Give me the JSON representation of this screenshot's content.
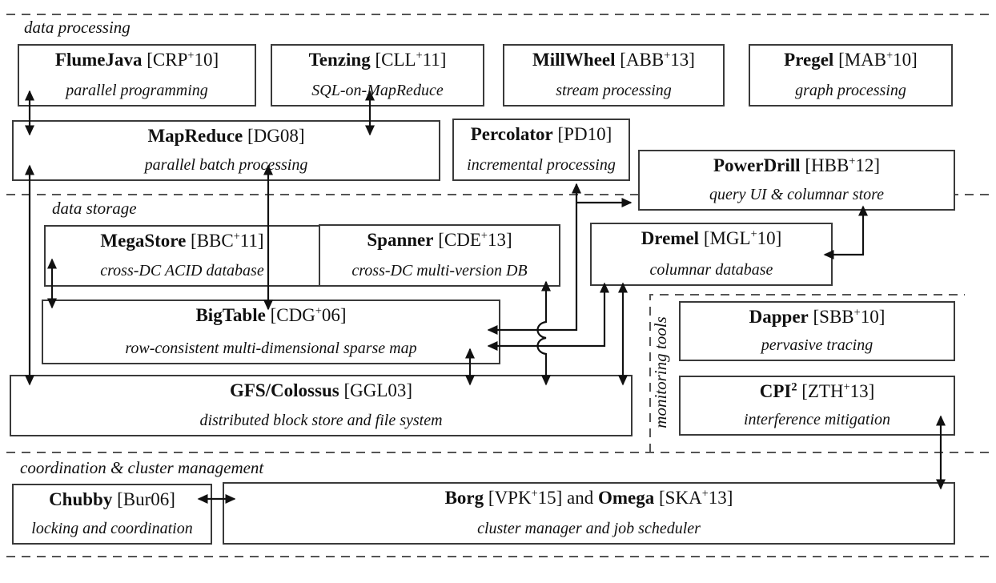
{
  "figure": {
    "section_labels": {
      "data_processing": "data processing",
      "data_storage": "data storage",
      "monitoring_tools": "monitoring tools",
      "coordination": "coordination & cluster management"
    },
    "boxes": [
      {
        "id": "flumejava",
        "title": [
          {
            "t": "FlumeJava",
            "b": true
          },
          {
            "t": " [CRP"
          },
          {
            "t": "+",
            "sup": true
          },
          {
            "t": "10]"
          }
        ],
        "subtitle": "parallel programming"
      },
      {
        "id": "tenzing",
        "title": [
          {
            "t": "Tenzing",
            "b": true
          },
          {
            "t": " [CLL"
          },
          {
            "t": "+",
            "sup": true
          },
          {
            "t": "11]"
          }
        ],
        "subtitle": "SQL-on-MapReduce"
      },
      {
        "id": "millwheel",
        "title": [
          {
            "t": "MillWheel",
            "b": true
          },
          {
            "t": " [ABB"
          },
          {
            "t": "+",
            "sup": true
          },
          {
            "t": "13]"
          }
        ],
        "subtitle": "stream processing"
      },
      {
        "id": "pregel",
        "title": [
          {
            "t": "Pregel",
            "b": true
          },
          {
            "t": " [MAB"
          },
          {
            "t": "+",
            "sup": true
          },
          {
            "t": "10]"
          }
        ],
        "subtitle": "graph processing"
      },
      {
        "id": "mapreduce",
        "title": [
          {
            "t": "MapReduce",
            "b": true
          },
          {
            "t": " [DG08]"
          }
        ],
        "subtitle": "parallel batch processing"
      },
      {
        "id": "percolator",
        "title": [
          {
            "t": "Percolator",
            "b": true
          },
          {
            "t": " [PD10]"
          }
        ],
        "subtitle": "incremental processing"
      },
      {
        "id": "powerdrill",
        "title": [
          {
            "t": "PowerDrill",
            "b": true
          },
          {
            "t": " [HBB"
          },
          {
            "t": "+",
            "sup": true
          },
          {
            "t": "12]"
          }
        ],
        "subtitle": "query UI & columnar store"
      },
      {
        "id": "megastore",
        "title": [
          {
            "t": "MegaStore",
            "b": true
          },
          {
            "t": " [BBC"
          },
          {
            "t": "+",
            "sup": true
          },
          {
            "t": "11]"
          }
        ],
        "subtitle": "cross-DC ACID database"
      },
      {
        "id": "spanner",
        "title": [
          {
            "t": "Spanner",
            "b": true
          },
          {
            "t": " [CDE"
          },
          {
            "t": "+",
            "sup": true
          },
          {
            "t": "13]"
          }
        ],
        "subtitle": "cross-DC multi-version DB"
      },
      {
        "id": "dremel",
        "title": [
          {
            "t": "Dremel",
            "b": true
          },
          {
            "t": " [MGL"
          },
          {
            "t": "+",
            "sup": true
          },
          {
            "t": "10]"
          }
        ],
        "subtitle": "columnar database"
      },
      {
        "id": "bigtable",
        "title": [
          {
            "t": "BigTable",
            "b": true
          },
          {
            "t": " [CDG"
          },
          {
            "t": "+",
            "sup": true
          },
          {
            "t": "06]"
          }
        ],
        "subtitle": "row-consistent multi-dimensional sparse map"
      },
      {
        "id": "gfs",
        "title": [
          {
            "t": "GFS/Colossus",
            "b": true
          },
          {
            "t": " [GGL03]"
          }
        ],
        "subtitle": "distributed block store and file system"
      },
      {
        "id": "dapper",
        "title": [
          {
            "t": "Dapper",
            "b": true
          },
          {
            "t": " [SBB"
          },
          {
            "t": "+",
            "sup": true
          },
          {
            "t": "10]"
          }
        ],
        "subtitle": "pervasive tracing"
      },
      {
        "id": "cpi2",
        "title": [
          {
            "t": "CPI",
            "b": true
          },
          {
            "t": "2",
            "b": true,
            "sup": true
          },
          {
            "t": " [ZTH"
          },
          {
            "t": "+",
            "sup": true
          },
          {
            "t": "13]"
          }
        ],
        "subtitle": "interference mitigation"
      },
      {
        "id": "chubby",
        "title": [
          {
            "t": "Chubby",
            "b": true
          },
          {
            "t": " [Bur06]"
          }
        ],
        "subtitle": "locking and coordination"
      },
      {
        "id": "borg",
        "title": [
          {
            "t": "Borg",
            "b": true
          },
          {
            "t": " [VPK"
          },
          {
            "t": "+",
            "sup": true
          },
          {
            "t": "15] and "
          },
          {
            "t": "Omega",
            "b": true
          },
          {
            "t": " [SKA"
          },
          {
            "t": "+",
            "sup": true
          },
          {
            "t": "13]"
          }
        ],
        "subtitle": "cluster manager and job scheduler"
      }
    ],
    "colors": {
      "ink": "#111111",
      "box_border": "#3a3a3a",
      "dash": "#555555",
      "background": "#ffffff"
    }
  }
}
